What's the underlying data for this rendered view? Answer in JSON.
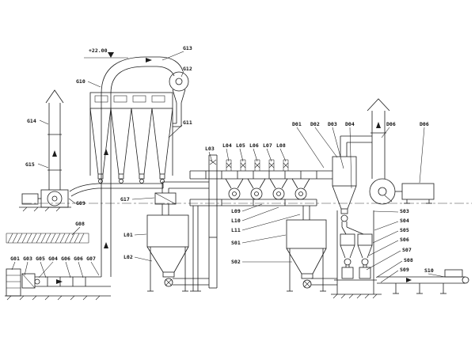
{
  "drawing": {
    "elevation_label": "+22.00",
    "colors": {
      "line": "#1c1c1c",
      "background": "#ffffff"
    },
    "callouts": {
      "g01": "G01",
      "g03": "G03",
      "g05": "G05",
      "g04": "G04",
      "g06a": "G06",
      "g06b": "G06",
      "g07": "G07",
      "g08": "G08",
      "g09": "G09",
      "g10": "G10",
      "g11": "G11",
      "g12": "G12",
      "g13": "G13",
      "g14": "G14",
      "g15": "G15",
      "g17": "G17",
      "l01": "L01",
      "l02": "L02",
      "l03": "L03",
      "l04": "L04",
      "l05": "L05",
      "l06": "L06",
      "l07": "L07",
      "l08": "L08",
      "l09": "L09",
      "l10": "L10",
      "l11": "L11",
      "s01": "S01",
      "s02": "S02",
      "s03": "S03",
      "s04": "S04",
      "s05": "S05",
      "s06": "S06",
      "s07": "S07",
      "s08": "S08",
      "s09": "S09",
      "s10": "S10",
      "d01": "D01",
      "d02": "D02",
      "d03": "D03",
      "d04": "D04",
      "d06a": "D06",
      "d06b": "D06"
    }
  }
}
